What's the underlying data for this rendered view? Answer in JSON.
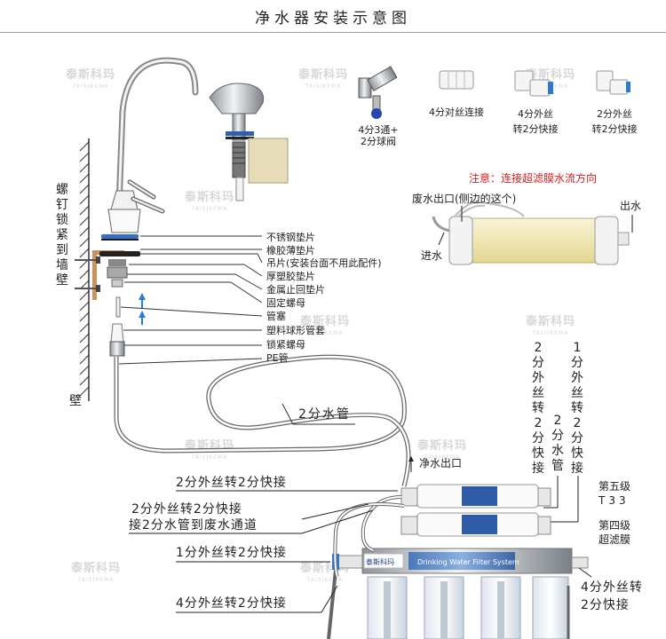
{
  "title": "净水器安装示意图",
  "watermark": {
    "cn": "泰斯科玛",
    "en": "TAISIKEMA"
  },
  "fittings": [
    {
      "label": "4分3通+\n2分球阀"
    },
    {
      "label": "4分对丝连接"
    },
    {
      "label": "4分外丝\n转2分快接"
    },
    {
      "label": "2分外丝\n转2分快接"
    }
  ],
  "note": "注意：连接超滤膜水流方向",
  "membrane": {
    "waste_outlet": "废水出口(侧边的这个)",
    "outlet": "出水",
    "inlet": "进水"
  },
  "wall": {
    "screw_label": "螺钉锁紧到墙壁",
    "wall_label": "壁"
  },
  "faucet_parts": [
    "不锈钢垫片",
    "橡胶薄垫片",
    "吊片(安装台面不用此配件)",
    "厚塑胶垫片",
    "金属止回垫片",
    "固定螺母",
    "管塞",
    "塑料球形管套",
    "锁紧螺母",
    "PE管"
  ],
  "pipe_label": "2分水管",
  "clean_outlet": "净水出口",
  "vertical_labels": {
    "left": "2分外丝转2分快接",
    "middle": "2分水管",
    "right": "1分外丝转2分快接"
  },
  "stages": {
    "stage5": "第五级",
    "stage5_model": "T33",
    "stage4": "第四级",
    "stage4_type": "超滤膜"
  },
  "left_callouts": [
    "2分外丝转2分快接",
    "2分外丝转2分快接",
    "接2分水管到废水通道",
    "1分外丝转2分快接",
    "4分外丝转2分快接"
  ],
  "right_callout": [
    "4分外丝转",
    "2分快接"
  ],
  "filter_brand": {
    "cn": "泰斯科玛",
    "system": "Drinking Water Filter System"
  }
}
